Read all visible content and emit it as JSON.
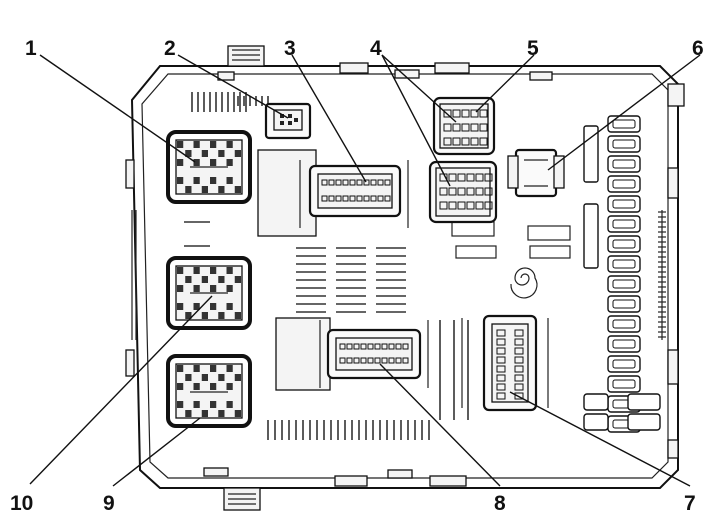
{
  "figure": {
    "callouts": [
      {
        "id": "1",
        "label": "1"
      },
      {
        "id": "2",
        "label": "2"
      },
      {
        "id": "3",
        "label": "3"
      },
      {
        "id": "4",
        "label": "4"
      },
      {
        "id": "5",
        "label": "5"
      },
      {
        "id": "6",
        "label": "6"
      },
      {
        "id": "7",
        "label": "7"
      },
      {
        "id": "8",
        "label": "8"
      },
      {
        "id": "9",
        "label": "9"
      },
      {
        "id": "10",
        "label": "10"
      }
    ]
  }
}
